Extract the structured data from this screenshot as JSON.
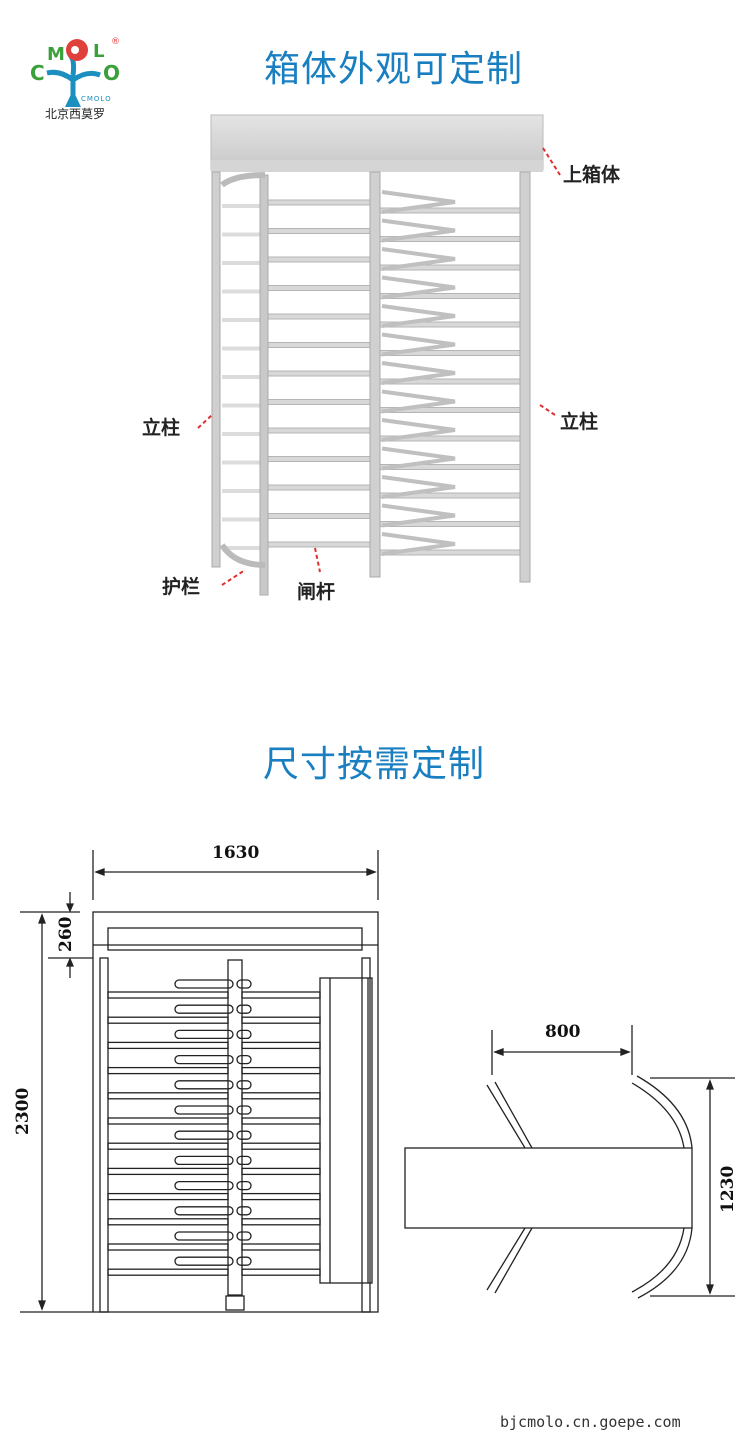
{
  "logo": {
    "letters": "CMOLO",
    "sub_text": "CMOLO",
    "company": "北京西莫罗",
    "mark": "®"
  },
  "section1": {
    "title": "箱体外观可定制",
    "labels": {
      "top_box": "上箱体",
      "post_left": "立柱",
      "post_right": "立柱",
      "guardrail": "护栏",
      "gate_bar": "闸杆"
    }
  },
  "section2": {
    "title": "尺寸按需定制",
    "dimensions": {
      "width": "1630",
      "top_height": "260",
      "height": "2300",
      "passage": "800",
      "depth": "1230"
    }
  },
  "footer": {
    "watermark": "bjcmolo.cn.goepe.com"
  },
  "colors": {
    "title": "#1a7fc1",
    "logo_red": "#e0403a",
    "logo_green": "#3aa03a",
    "logo_blue": "#1a8fc0"
  }
}
